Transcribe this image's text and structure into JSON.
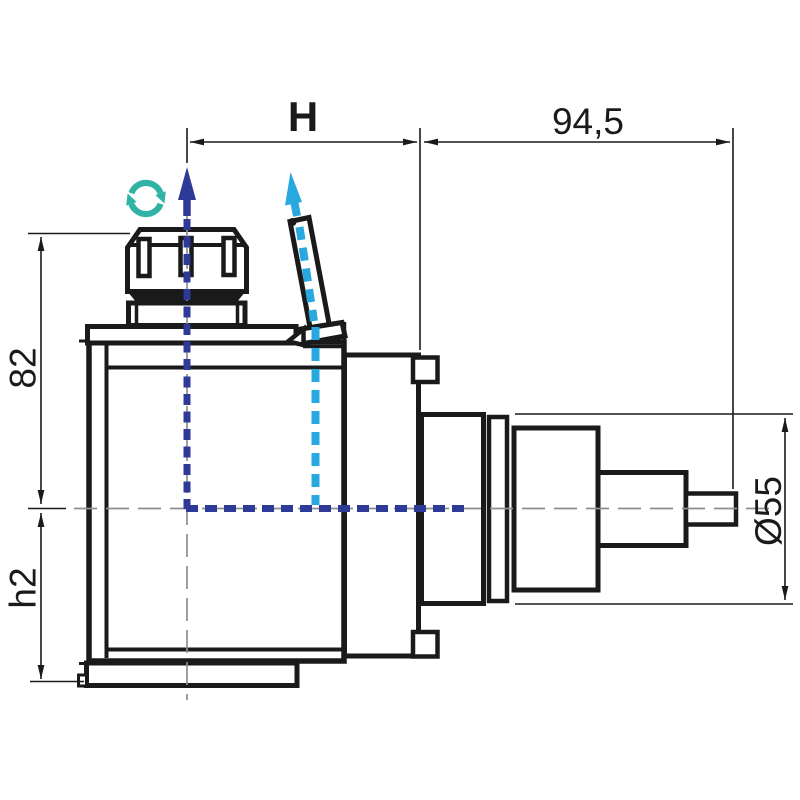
{
  "drawing": {
    "dimensions": {
      "h": "H",
      "length": "94,5",
      "height_upper": "82",
      "height_lower": "h2",
      "diameter": "Ø55"
    },
    "colors": {
      "outline": "#1a1a1a",
      "centerline": "#8e8e8e",
      "spindle_axis": "#2e3a97",
      "tool_axis": "#29a8e0",
      "rotation": "#2fb3a4"
    },
    "icons": {
      "rotation": "clockwise-rotation-arrows",
      "spindle": "spindle-axis-arrow-up",
      "tool": "tool-axis-arrow-up"
    }
  }
}
